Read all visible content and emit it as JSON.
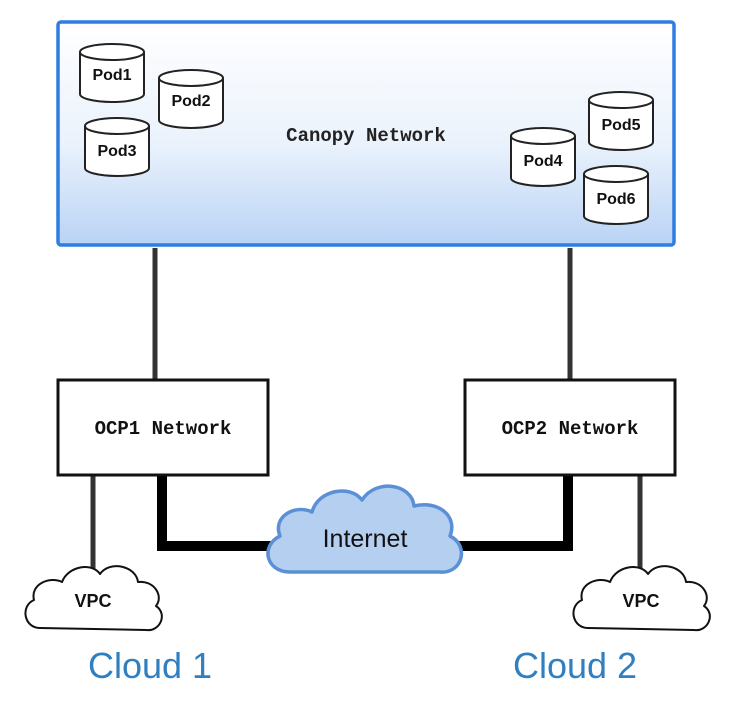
{
  "canopy": {
    "label": "Canopy Network"
  },
  "pods": [
    "Pod1",
    "Pod2",
    "Pod3",
    "Pod4",
    "Pod5",
    "Pod6"
  ],
  "ocp1": {
    "label": "OCP1 Network"
  },
  "ocp2": {
    "label": "OCP2 Network"
  },
  "internet": {
    "label": "Internet"
  },
  "vpc1": {
    "label": "VPC"
  },
  "vpc2": {
    "label": "VPC"
  },
  "cloud1": {
    "label": "Cloud 1"
  },
  "cloud2": {
    "label": "Cloud 2"
  },
  "colors": {
    "canopy_border": "#2f7de1",
    "canopy_fill_top": "#ffffff",
    "canopy_fill_bottom": "#b9d3f5",
    "internet_fill": "#b5cff0",
    "internet_border": "#5b8fd6",
    "cloud_label": "#2f7fc1"
  }
}
